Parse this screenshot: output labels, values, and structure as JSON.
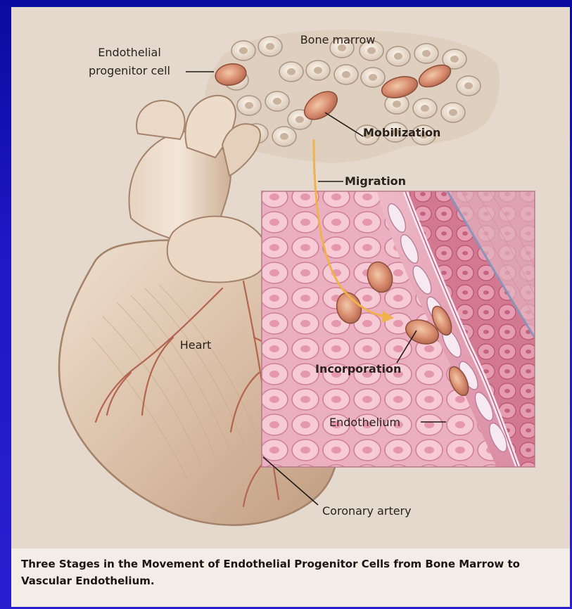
{
  "labels": {
    "bone_marrow": "Bone marrow",
    "epc_line1": "Endothelial",
    "epc_line2": "progenitor cell",
    "mobilization": "Mobilization",
    "migration": "Migration",
    "heart": "Heart",
    "incorporation": "Incorporation",
    "endothelium": "Endothelium",
    "coronary_artery": "Coronary artery"
  },
  "caption": "Three Stages in the Movement of Endothelial Progenitor Cells from Bone Marrow to Vascular Endothelium.",
  "colors": {
    "slide_background": "#1d17c4",
    "panel_background": "#e8ded2",
    "vessel_pink": "#e9a6b8",
    "migration_arrow": "#f0b24a",
    "heart_tan": "#d9bfa6"
  }
}
